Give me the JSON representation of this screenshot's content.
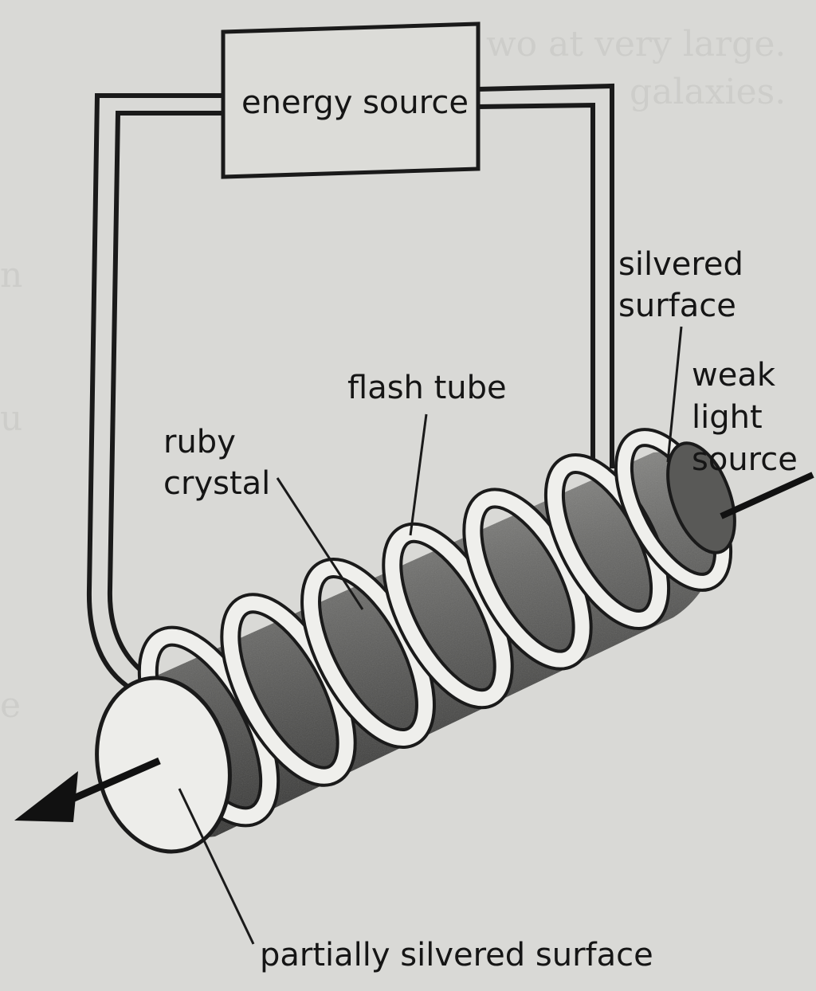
{
  "diagram": {
    "labels": {
      "energy_source": "energy source",
      "silvered_surface_line1": "silvered",
      "silvered_surface_line2": "surface",
      "weak_light_line1": "weak",
      "weak_light_line2": "light",
      "weak_light_line3": "source",
      "flash_tube": "flash tube",
      "ruby_line1": "ruby",
      "ruby_line2": "crystal",
      "partially_silvered": "partially silvered surface"
    }
  }
}
